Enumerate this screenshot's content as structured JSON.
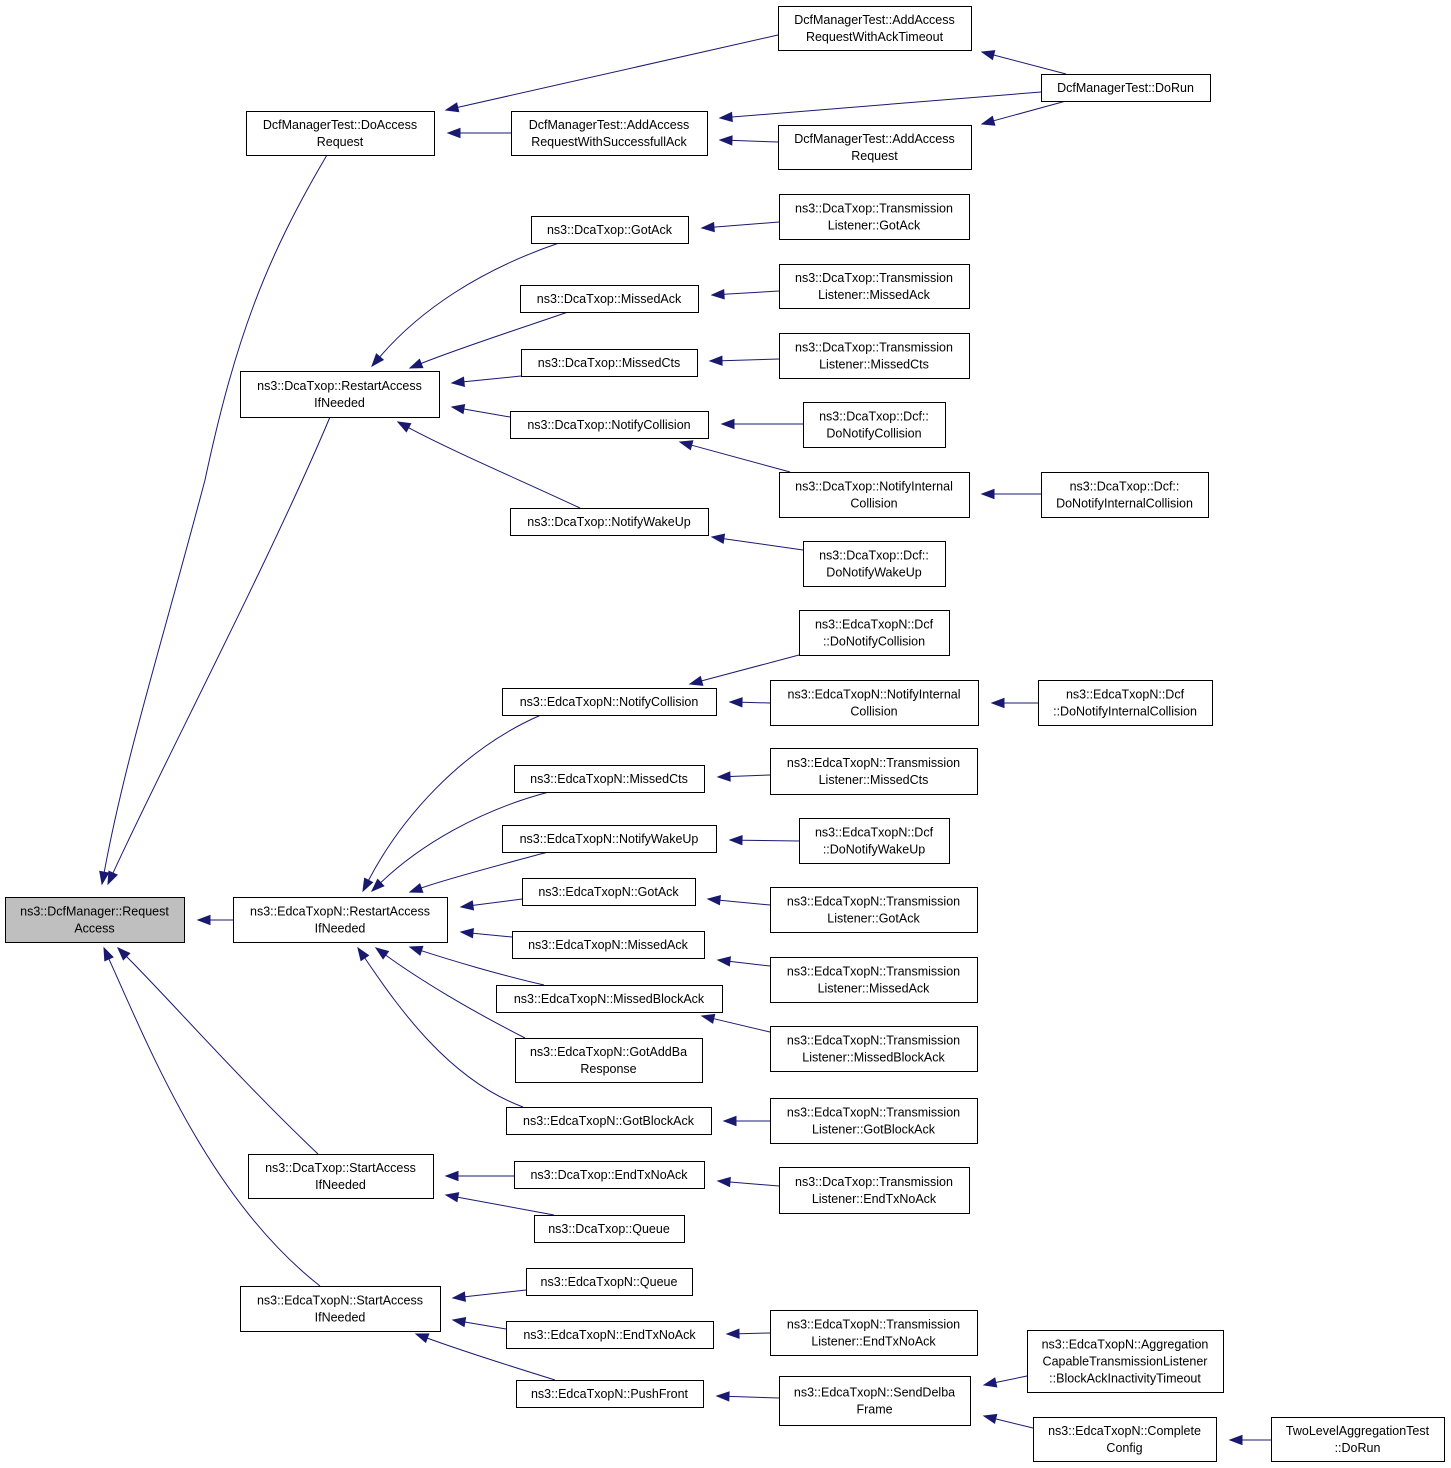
{
  "diagram": {
    "type": "call-graph",
    "direction": "right-to-left",
    "edge_color": "#191970",
    "root_fill": "#bfbfbf",
    "nodes": [
      {
        "id": "n0",
        "lines": [
          "ns3::DcfManager::Request",
          "Access"
        ],
        "root": true
      },
      {
        "id": "n1",
        "lines": [
          "DcfManagerTest::DoAccess",
          "Request"
        ]
      },
      {
        "id": "n2",
        "lines": [
          "ns3::DcaTxop::RestartAccess",
          "IfNeeded"
        ]
      },
      {
        "id": "n3",
        "lines": [
          "ns3::EdcaTxopN::RestartAccess",
          "IfNeeded"
        ]
      },
      {
        "id": "n4",
        "lines": [
          "ns3::DcaTxop::StartAccess",
          "IfNeeded"
        ]
      },
      {
        "id": "n5",
        "lines": [
          "ns3::EdcaTxopN::StartAccess",
          "IfNeeded"
        ]
      },
      {
        "id": "n6",
        "lines": [
          "DcfManagerTest::AddAccess",
          "RequestWithSuccessfullAck"
        ]
      },
      {
        "id": "n7",
        "lines": [
          "DcfManagerTest::AddAccess",
          "RequestWithAckTimeout"
        ]
      },
      {
        "id": "n8",
        "lines": [
          "DcfManagerTest::DoRun"
        ]
      },
      {
        "id": "n9",
        "lines": [
          "DcfManagerTest::AddAccess",
          "Request"
        ]
      },
      {
        "id": "n10",
        "lines": [
          "ns3::DcaTxop::GotAck"
        ]
      },
      {
        "id": "n11",
        "lines": [
          "ns3::DcaTxop::MissedAck"
        ]
      },
      {
        "id": "n12",
        "lines": [
          "ns3::DcaTxop::MissedCts"
        ]
      },
      {
        "id": "n13",
        "lines": [
          "ns3::DcaTxop::NotifyCollision"
        ]
      },
      {
        "id": "n14",
        "lines": [
          "ns3::DcaTxop::NotifyWakeUp"
        ]
      },
      {
        "id": "n15",
        "lines": [
          "ns3::DcaTxop::Transmission",
          "Listener::GotAck"
        ]
      },
      {
        "id": "n16",
        "lines": [
          "ns3::DcaTxop::Transmission",
          "Listener::MissedAck"
        ]
      },
      {
        "id": "n17",
        "lines": [
          "ns3::DcaTxop::Transmission",
          "Listener::MissedCts"
        ]
      },
      {
        "id": "n18",
        "lines": [
          "ns3::DcaTxop::Dcf::",
          "DoNotifyCollision"
        ]
      },
      {
        "id": "n19",
        "lines": [
          "ns3::DcaTxop::NotifyInternal",
          "Collision"
        ]
      },
      {
        "id": "n20",
        "lines": [
          "ns3::DcaTxop::Dcf::",
          "DoNotifyInternalCollision"
        ]
      },
      {
        "id": "n21",
        "lines": [
          "ns3::DcaTxop::Dcf::",
          "DoNotifyWakeUp"
        ]
      },
      {
        "id": "n22",
        "lines": [
          "ns3::EdcaTxopN::NotifyCollision"
        ]
      },
      {
        "id": "n23",
        "lines": [
          "ns3::EdcaTxopN::MissedCts"
        ]
      },
      {
        "id": "n24",
        "lines": [
          "ns3::EdcaTxopN::NotifyWakeUp"
        ]
      },
      {
        "id": "n25",
        "lines": [
          "ns3::EdcaTxopN::GotAck"
        ]
      },
      {
        "id": "n26",
        "lines": [
          "ns3::EdcaTxopN::MissedAck"
        ]
      },
      {
        "id": "n27",
        "lines": [
          "ns3::EdcaTxopN::MissedBlockAck"
        ]
      },
      {
        "id": "n28",
        "lines": [
          "ns3::EdcaTxopN::GotAddBa",
          "Response"
        ]
      },
      {
        "id": "n29",
        "lines": [
          "ns3::EdcaTxopN::GotBlockAck"
        ]
      },
      {
        "id": "n30",
        "lines": [
          "ns3::EdcaTxopN::Dcf",
          "::DoNotifyCollision"
        ]
      },
      {
        "id": "n31",
        "lines": [
          "ns3::EdcaTxopN::NotifyInternal",
          "Collision"
        ]
      },
      {
        "id": "n32",
        "lines": [
          "ns3::EdcaTxopN::Dcf",
          "::DoNotifyInternalCollision"
        ]
      },
      {
        "id": "n33",
        "lines": [
          "ns3::EdcaTxopN::Transmission",
          "Listener::MissedCts"
        ]
      },
      {
        "id": "n34",
        "lines": [
          "ns3::EdcaTxopN::Dcf",
          "::DoNotifyWakeUp"
        ]
      },
      {
        "id": "n35",
        "lines": [
          "ns3::EdcaTxopN::Transmission",
          "Listener::GotAck"
        ]
      },
      {
        "id": "n36",
        "lines": [
          "ns3::EdcaTxopN::Transmission",
          "Listener::MissedAck"
        ]
      },
      {
        "id": "n37",
        "lines": [
          "ns3::EdcaTxopN::Transmission",
          "Listener::MissedBlockAck"
        ]
      },
      {
        "id": "n38",
        "lines": [
          "ns3::EdcaTxopN::Transmission",
          "Listener::GotBlockAck"
        ]
      },
      {
        "id": "n39",
        "lines": [
          "ns3::DcaTxop::EndTxNoAck"
        ]
      },
      {
        "id": "n40",
        "lines": [
          "ns3::DcaTxop::Queue"
        ]
      },
      {
        "id": "n41",
        "lines": [
          "ns3::DcaTxop::Transmission",
          "Listener::EndTxNoAck"
        ]
      },
      {
        "id": "n42",
        "lines": [
          "ns3::EdcaTxopN::Queue"
        ]
      },
      {
        "id": "n43",
        "lines": [
          "ns3::EdcaTxopN::EndTxNoAck"
        ]
      },
      {
        "id": "n44",
        "lines": [
          "ns3::EdcaTxopN::PushFront"
        ]
      },
      {
        "id": "n45",
        "lines": [
          "ns3::EdcaTxopN::Transmission",
          "Listener::EndTxNoAck"
        ]
      },
      {
        "id": "n46",
        "lines": [
          "ns3::EdcaTxopN::SendDelba",
          "Frame"
        ]
      },
      {
        "id": "n47",
        "lines": [
          "ns3::EdcaTxopN::Aggregation",
          "CapableTransmissionListener",
          "::BlockAckInactivityTimeout"
        ]
      },
      {
        "id": "n48",
        "lines": [
          "ns3::EdcaTxopN::Complete",
          "Config"
        ]
      },
      {
        "id": "n49",
        "lines": [
          "TwoLevelAggregationTest",
          "::DoRun"
        ]
      }
    ],
    "edges": [
      {
        "from": "n1",
        "to": "n0"
      },
      {
        "from": "n2",
        "to": "n0"
      },
      {
        "from": "n3",
        "to": "n0"
      },
      {
        "from": "n4",
        "to": "n0"
      },
      {
        "from": "n5",
        "to": "n0"
      },
      {
        "from": "n6",
        "to": "n1"
      },
      {
        "from": "n7",
        "to": "n1"
      },
      {
        "from": "n8",
        "to": "n7"
      },
      {
        "from": "n8",
        "to": "n6"
      },
      {
        "from": "n9",
        "to": "n6"
      },
      {
        "from": "n8",
        "to": "n9"
      },
      {
        "from": "n10",
        "to": "n2"
      },
      {
        "from": "n11",
        "to": "n2"
      },
      {
        "from": "n12",
        "to": "n2"
      },
      {
        "from": "n13",
        "to": "n2"
      },
      {
        "from": "n14",
        "to": "n2"
      },
      {
        "from": "n15",
        "to": "n10"
      },
      {
        "from": "n16",
        "to": "n11"
      },
      {
        "from": "n17",
        "to": "n12"
      },
      {
        "from": "n18",
        "to": "n13"
      },
      {
        "from": "n19",
        "to": "n13"
      },
      {
        "from": "n20",
        "to": "n19"
      },
      {
        "from": "n21",
        "to": "n14"
      },
      {
        "from": "n22",
        "to": "n3"
      },
      {
        "from": "n23",
        "to": "n3"
      },
      {
        "from": "n24",
        "to": "n3"
      },
      {
        "from": "n25",
        "to": "n3"
      },
      {
        "from": "n26",
        "to": "n3"
      },
      {
        "from": "n27",
        "to": "n3"
      },
      {
        "from": "n28",
        "to": "n3"
      },
      {
        "from": "n29",
        "to": "n3"
      },
      {
        "from": "n30",
        "to": "n22"
      },
      {
        "from": "n31",
        "to": "n22"
      },
      {
        "from": "n32",
        "to": "n31"
      },
      {
        "from": "n33",
        "to": "n23"
      },
      {
        "from": "n34",
        "to": "n24"
      },
      {
        "from": "n35",
        "to": "n25"
      },
      {
        "from": "n36",
        "to": "n26"
      },
      {
        "from": "n37",
        "to": "n27"
      },
      {
        "from": "n38",
        "to": "n29"
      },
      {
        "from": "n39",
        "to": "n4"
      },
      {
        "from": "n40",
        "to": "n4"
      },
      {
        "from": "n41",
        "to": "n39"
      },
      {
        "from": "n42",
        "to": "n5"
      },
      {
        "from": "n43",
        "to": "n5"
      },
      {
        "from": "n44",
        "to": "n5"
      },
      {
        "from": "n45",
        "to": "n43"
      },
      {
        "from": "n46",
        "to": "n44"
      },
      {
        "from": "n47",
        "to": "n46"
      },
      {
        "from": "n48",
        "to": "n46"
      },
      {
        "from": "n49",
        "to": "n48"
      }
    ]
  }
}
